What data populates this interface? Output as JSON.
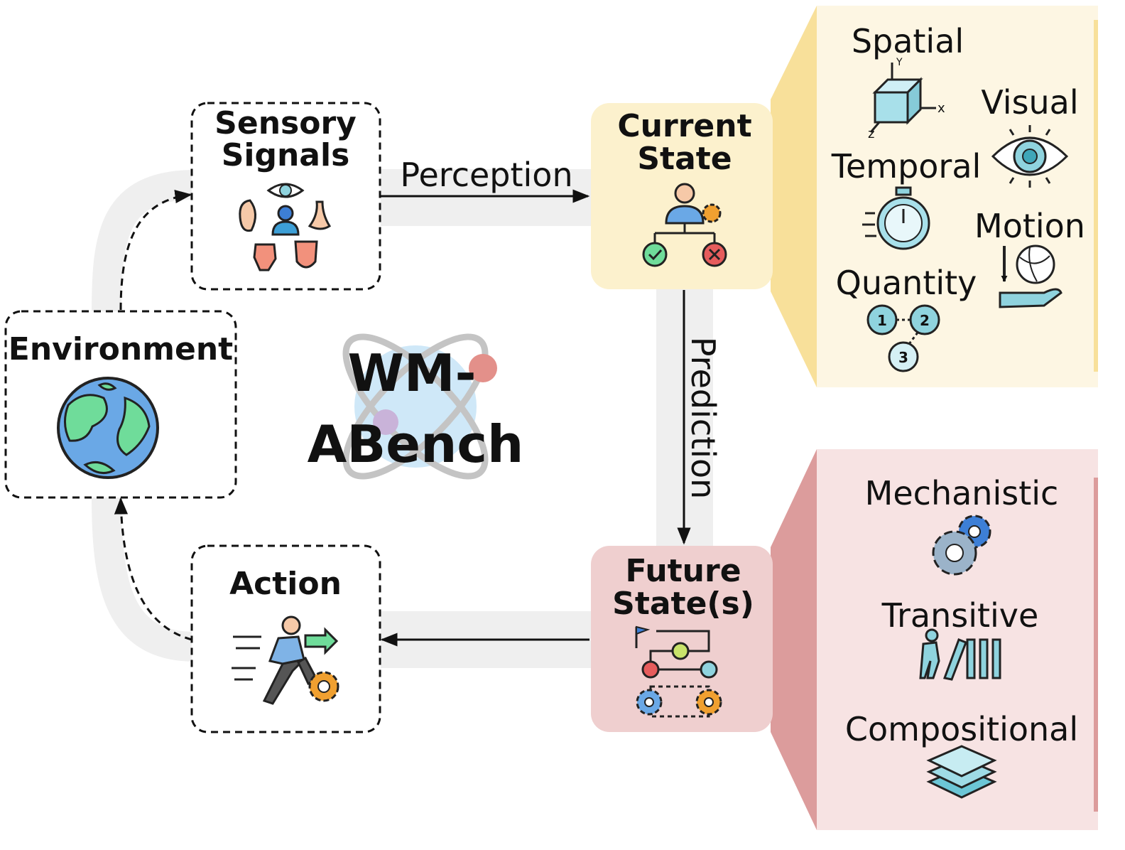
{
  "title": "WM-ABench",
  "title_lines": [
    "WM-",
    "ABench"
  ],
  "nodes": {
    "sensory_signals": [
      "Sensory",
      "Signals"
    ],
    "environment": "Environment",
    "action": "Action",
    "current_state": [
      "Current",
      "State"
    ],
    "future_states": [
      "Future",
      "State(s)"
    ]
  },
  "edges": {
    "perception": "Perception",
    "prediction": "Prediction"
  },
  "perception_dimensions": [
    "Spatial",
    "Visual",
    "Temporal",
    "Motion",
    "Quantity"
  ],
  "prediction_dimensions": [
    "Mechanistic",
    "Transitive",
    "Compositional"
  ],
  "axis_letters": {
    "x": "x",
    "y": "Y",
    "z": "z"
  },
  "quantity_badges": [
    "1",
    "2",
    "3"
  ],
  "colors": {
    "current_state_bg": "#fcf1cd",
    "perception_panel_bg": "#fdf6e3",
    "perception_panel_accent": "#f8e09a",
    "future_state_bg": "#efcfcf",
    "prediction_panel_bg": "#f7e3e3",
    "prediction_panel_accent": "#dc9c9c",
    "flow_band": "#efefef",
    "icon_teal": "#8fd3de",
    "icon_blue": "#6aa8e6",
    "icon_green": "#6fdc9a",
    "icon_red": "#e65c5c",
    "icon_orange": "#f0a030"
  },
  "icons": {
    "sensory_signals": [
      "eye-icon",
      "ear-icon",
      "person-icon",
      "nose-icon",
      "hand-icon",
      "tongue-icon"
    ],
    "environment": "globe-icon",
    "action": "running-person-icon",
    "current_state": "decision-tree-icon",
    "future_states": "workflow-icon",
    "logo": "atom-icon",
    "spatial": "cube-axes-icon",
    "visual": "eye-icon",
    "temporal": "stopwatch-icon",
    "motion": "ball-hand-icon",
    "quantity": "numbered-nodes-icon",
    "mechanistic": "gears-icon",
    "transitive": "dominoes-icon",
    "compositional": "layers-icon"
  }
}
